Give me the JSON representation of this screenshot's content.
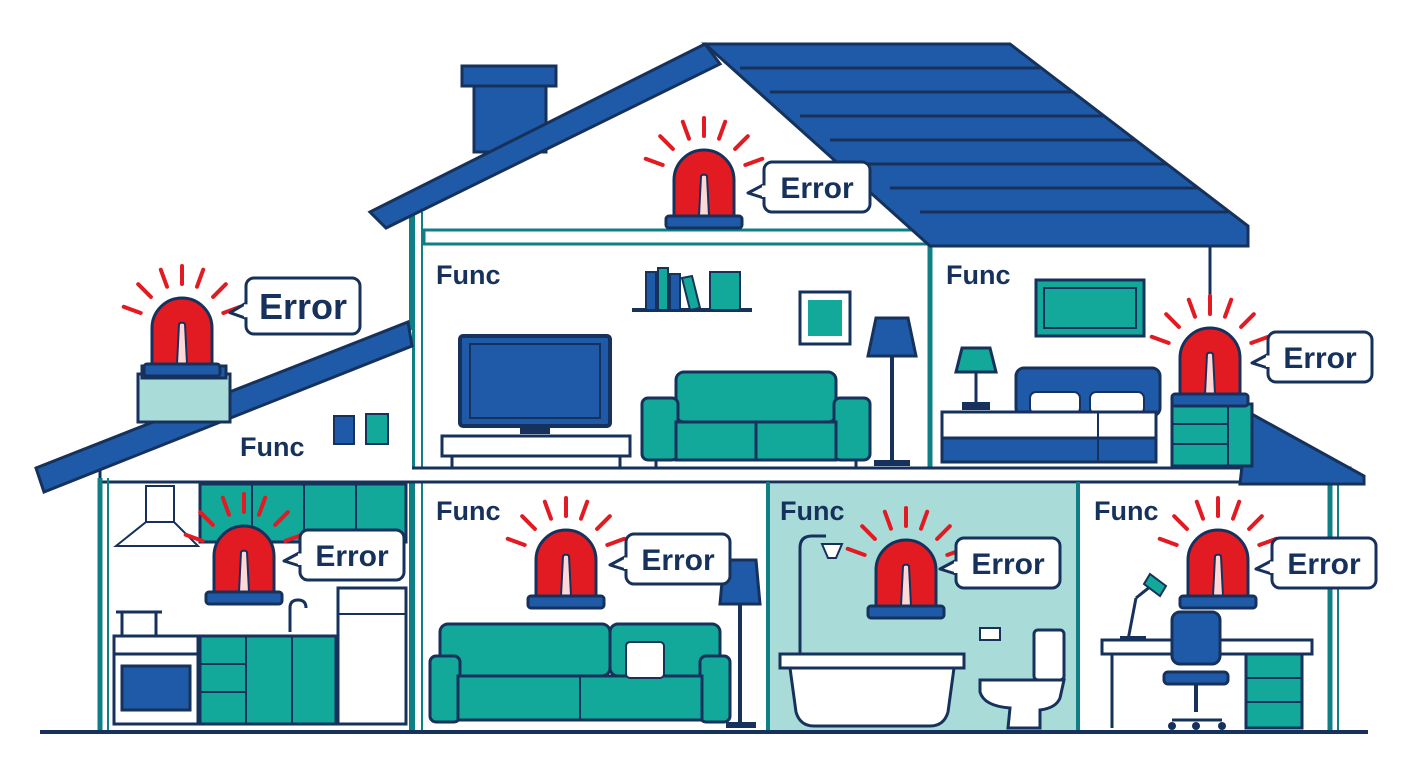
{
  "labels": {
    "func": "Func",
    "error": "Error"
  },
  "colors": {
    "roof": "#1e5aa8",
    "outline": "#16325c",
    "wall_line": "#0f7f86",
    "teal": "#12a89a",
    "bath_bg": "#a9dcd8",
    "alarm_red": "#e21b23",
    "white": "#ffffff"
  },
  "rooms": [
    {
      "id": "attic",
      "name_label": "",
      "has_alarm": true
    },
    {
      "id": "living-room-upper",
      "name_label": "Func",
      "has_alarm": false
    },
    {
      "id": "bedroom",
      "name_label": "Func",
      "has_alarm": true
    },
    {
      "id": "garage-roof",
      "name_label": "Func",
      "has_alarm": true
    },
    {
      "id": "kitchen",
      "name_label": "",
      "has_alarm": true
    },
    {
      "id": "lounge",
      "name_label": "Func",
      "has_alarm": true
    },
    {
      "id": "bathroom",
      "name_label": "Func",
      "has_alarm": true
    },
    {
      "id": "office",
      "name_label": "Func",
      "has_alarm": true
    }
  ]
}
